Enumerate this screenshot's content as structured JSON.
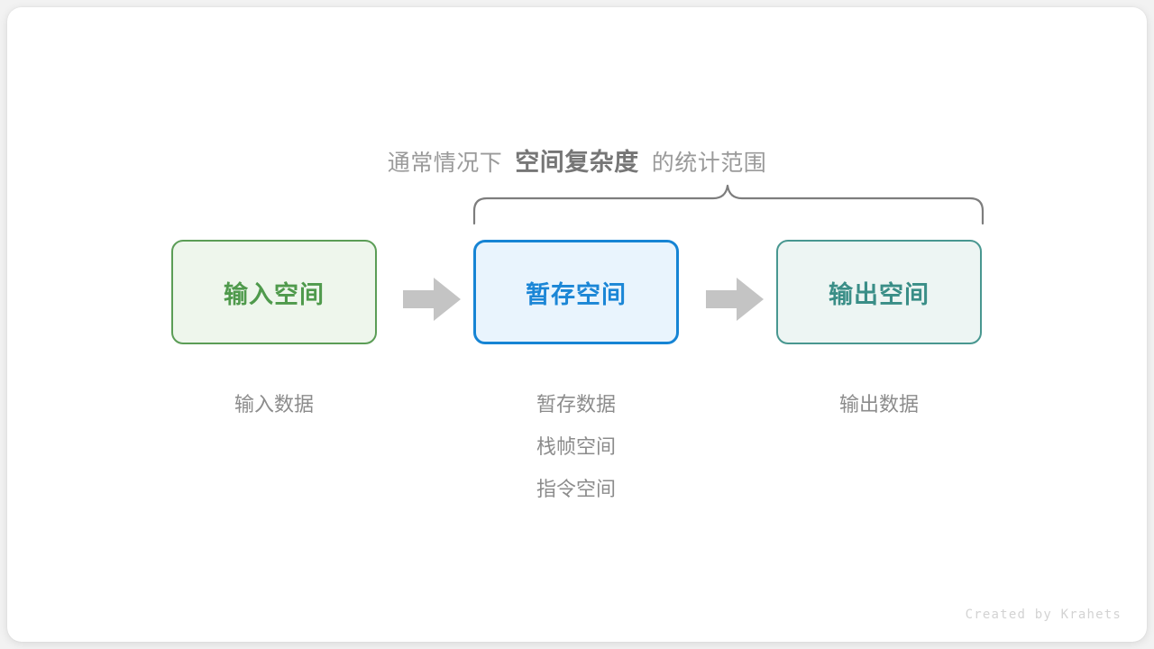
{
  "canvas": {
    "background": "#f2f2f2",
    "card_background": "#ffffff"
  },
  "heading": {
    "prefix": "通常情况下",
    "emphasis": "空间复杂度",
    "suffix": "的统计范围",
    "prefix_color": "#9a9a9a",
    "emphasis_color": "#767676"
  },
  "brace": {
    "color": "#7d7d7d",
    "label": "scope-brace"
  },
  "boxes": [
    {
      "id": "input",
      "title": "输入空间",
      "fill": "#eef6ec",
      "border": "#5b9d56",
      "text_color": "#4f9a4c",
      "highlighted": false
    },
    {
      "id": "temp",
      "title": "暂存空间",
      "fill": "#e9f4fd",
      "border": "#1684d4",
      "text_color": "#1b86d6",
      "highlighted": true
    },
    {
      "id": "output",
      "title": "输出空间",
      "fill": "#edf5f3",
      "border": "#489790",
      "text_color": "#3a8e87",
      "highlighted": false
    }
  ],
  "arrows": {
    "color": "#c4c4c4",
    "count": 2,
    "icon": "arrow-right-icon"
  },
  "captions": {
    "input": [
      "输入数据"
    ],
    "temp": [
      "暂存数据",
      "栈帧空间",
      "指令空间"
    ],
    "output": [
      "输出数据"
    ],
    "color": "#8c8c8c"
  },
  "credit": {
    "text": "Created by Krahets",
    "color": "#d3d3d3"
  }
}
